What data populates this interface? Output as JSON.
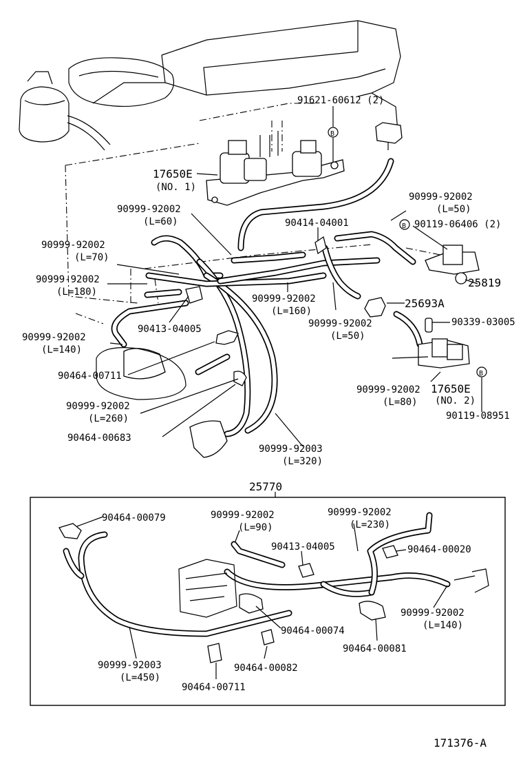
{
  "labels": {
    "l_91621": "91621-60612 (2)",
    "l_17650e1": "17650E",
    "l_no1": "(NO. 1)",
    "l_hose_l60_pn": "90999-92002",
    "l_hose_l60_len": "(L=60)",
    "l_hose_l70_pn": "90999-92002",
    "l_hose_l70_len": "(L=70)",
    "l_hose_l180_pn": "90999-92002",
    "l_hose_l180_len": "(L=180)",
    "l_90413_top": "90413-04005",
    "l_hose_l140_pn": "90999-92002",
    "l_hose_l140_len": "(L=140)",
    "l_90464_00711_top": "90464-00711",
    "l_hose_l260_pn": "90999-92002",
    "l_hose_l260_len": "(L=260)",
    "l_90464_00683": "90464-00683",
    "l_hose_l320_pn": "90999-92003",
    "l_hose_l320_len": "(L=320)",
    "l_90414": "90414-04001",
    "l_hose_l160_pn": "90999-92002",
    "l_hose_l160_len": "(L=160)",
    "l_hose_l50a_pn": "90999-92002",
    "l_hose_l50a_len": "(L=50)",
    "l_90119_06406": "90119-06406 (2)",
    "l_25819": "25819",
    "l_25693a": "25693A",
    "l_hose_l50b_pn": "90999-92002",
    "l_hose_l50b_len": "(L=50)",
    "l_90339": "90339-03005",
    "l_hose_l80_pn": "90999-92002",
    "l_hose_l80_len": "(L=80)",
    "l_17650e2": "17650E",
    "l_no2": "(NO. 2)",
    "l_90119_08951": "90119-08951",
    "l_25770": "25770",
    "l_90464_00079": "90464-00079",
    "l_kit_l90_pn": "90999-92002",
    "l_kit_l90_len": "(L=90)",
    "l_kit_l230_pn": "90999-92002",
    "l_kit_l230_len": "(L=230)",
    "l_90413_kit": "90413-04005",
    "l_90464_00020": "90464-00020",
    "l_90464_00074": "90464-00074",
    "l_kit_l140_pn": "90999-92002",
    "l_kit_l140_len": "(L=140)",
    "l_90464_00081": "90464-00081",
    "l_kit_l450_pn": "90999-92003",
    "l_kit_l450_len": "(L=450)",
    "l_90464_00082": "90464-00082",
    "l_90464_00711_kit": "90464-00711",
    "l_ref": "171376-A",
    "marker_b": "B"
  }
}
